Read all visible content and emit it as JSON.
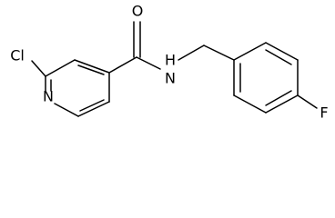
{
  "atoms": {
    "cl_label": "Cl",
    "n_ring_label": "N",
    "o_label": "O",
    "nh_label": "H",
    "nh_n_label": "N",
    "f_label": "F"
  }
}
